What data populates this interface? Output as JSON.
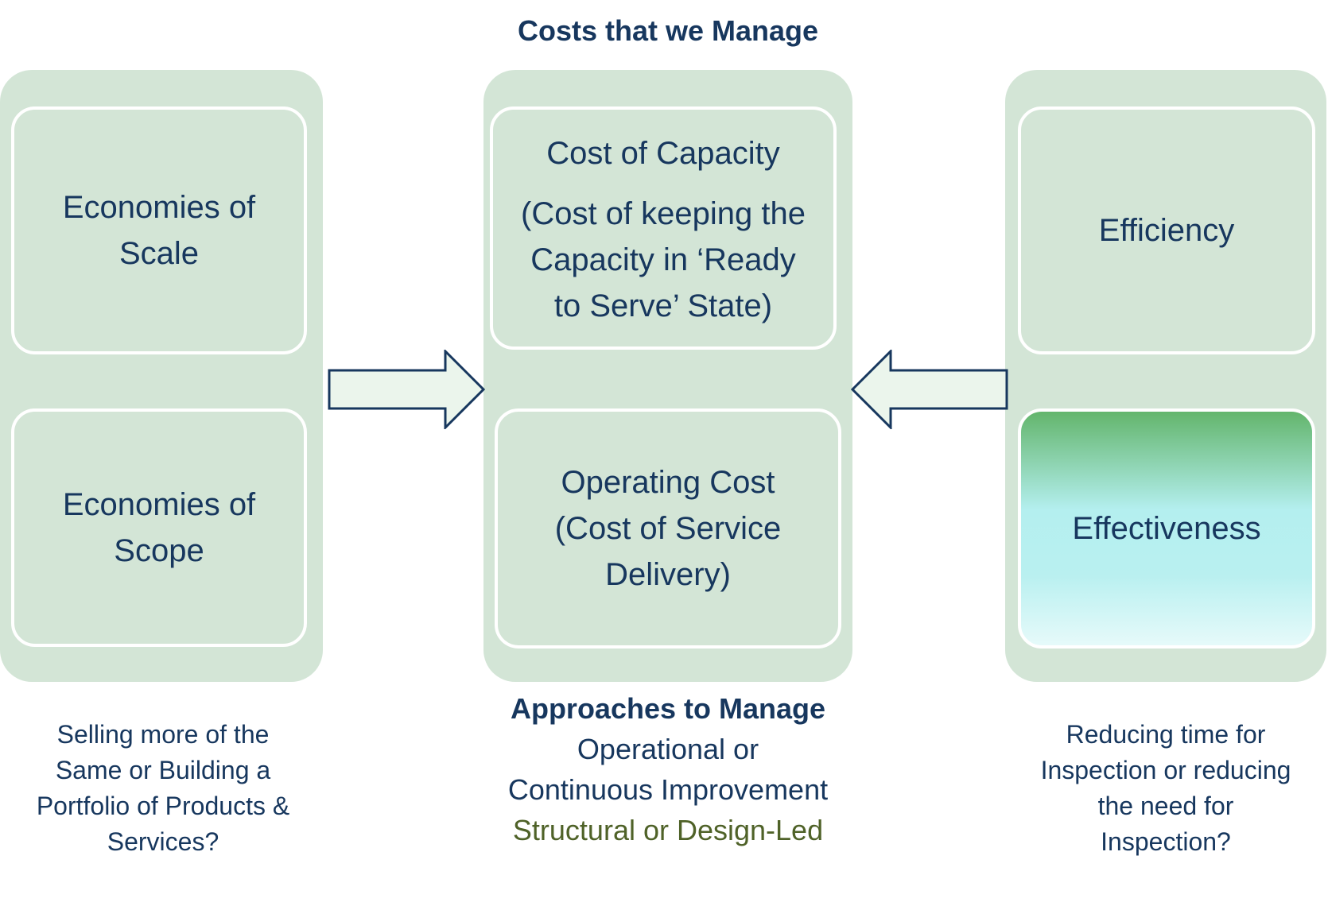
{
  "title": "Costs that we Manage",
  "left": {
    "box_top": [
      "Economies of",
      "Scale"
    ],
    "box_bottom": [
      "Economies of",
      "Scope"
    ],
    "caption": [
      "Selling more of the",
      "Same or Building a",
      "Portfolio of Products &",
      "Services?"
    ]
  },
  "middle": {
    "box_top_title": "Cost of Capacity",
    "box_top_detail": [
      "(Cost of keeping the",
      "Capacity in ‘Ready",
      "to Serve’ State)"
    ],
    "box_bottom": [
      "Operating Cost",
      "(Cost of Service",
      "Delivery)"
    ],
    "caption_heading": "Approaches to Manage",
    "caption_lines": [
      "Operational or",
      "Continuous Improvement"
    ],
    "caption_structural": "Structural or Design-Led"
  },
  "right": {
    "box_top": "Efficiency",
    "box_bottom": "Effectiveness",
    "caption": [
      "Reducing time for",
      "Inspection or reducing",
      "the need for",
      "Inspection?"
    ]
  },
  "colors": {
    "panel": "#d3e5d6",
    "text": "#17375e",
    "structural_text": "#4f6228",
    "arrow_fill": "#ebf5ec",
    "highlight_gradient_top": "#63b56c",
    "highlight_gradient_bottom": "#b9f0f0"
  }
}
